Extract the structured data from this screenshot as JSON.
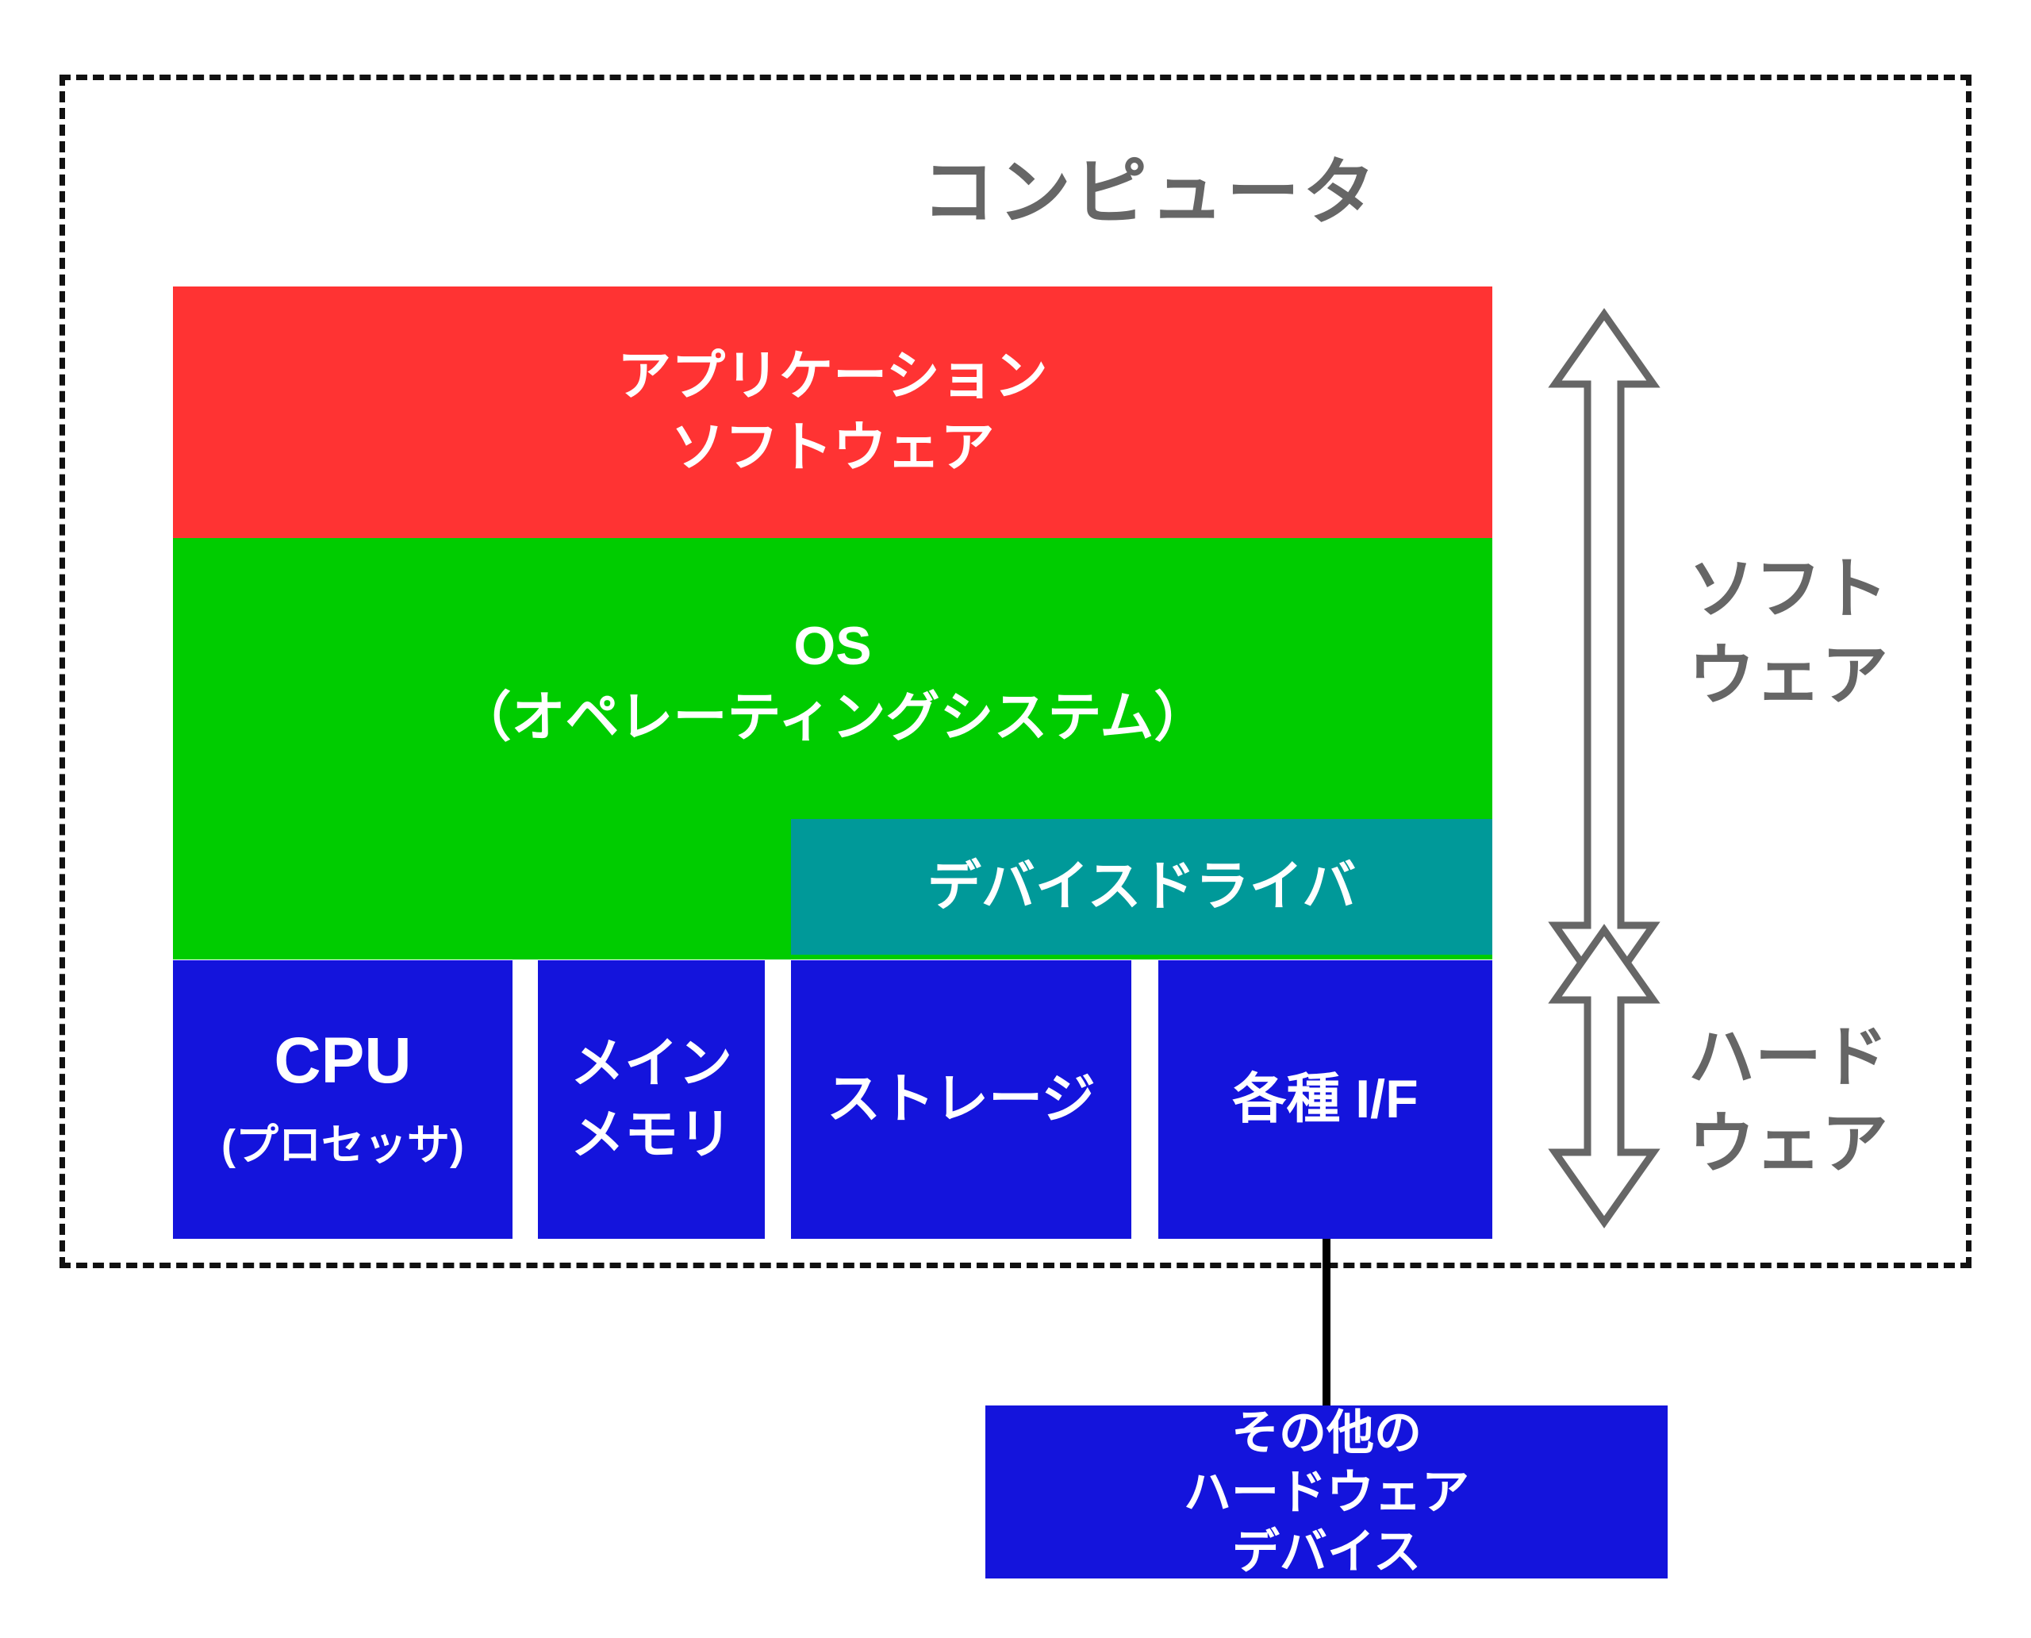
{
  "title": "コンピュータ",
  "layers": {
    "application": {
      "line1": "アプリケーション",
      "line2": "ソフトウェア"
    },
    "os": {
      "line1": "OS",
      "line2": "（オペレーティングシステム）"
    },
    "device_driver": {
      "label": "デバイスドライバ"
    }
  },
  "hardware_boxes": [
    {
      "id": "cpu",
      "line1": "CPU",
      "line2": "(プロセッサ)"
    },
    {
      "id": "memory",
      "line1": "メイン",
      "line2": "メモリ"
    },
    {
      "id": "storage",
      "label": "ストレージ"
    },
    {
      "id": "interfaces",
      "label": "各種 I/F"
    }
  ],
  "external_device": {
    "line1": "その他の",
    "line2": "ハードウェア",
    "line3": "デバイス"
  },
  "side_labels": {
    "software": {
      "line1": "ソフト",
      "line2": "ウェア"
    },
    "hardware": {
      "line1": "ハード",
      "line2": "ウェア"
    }
  },
  "colors": {
    "application": "#FF3333",
    "os": "#00CC00",
    "device_driver": "#009999",
    "hardware": "#1414DC",
    "arrow_gray": "#666666",
    "title_gray": "#666666",
    "border_black": "#111111"
  }
}
